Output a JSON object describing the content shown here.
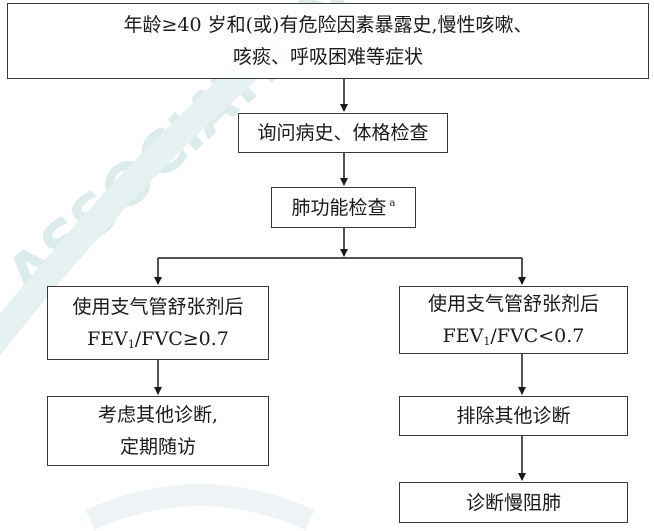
{
  "nodes": {
    "start": {
      "line1": "年龄≥40 岁和(或)有危险因素暴露史,慢性咳嗽、",
      "line2": "咳痰、呼吸困难等症状"
    },
    "history": {
      "text": "询问病史、体格检查"
    },
    "pft": {
      "text": "肺功能检查",
      "note": "a"
    },
    "left_result": {
      "line1": "使用支气管舒张剂后",
      "fev": "FEV",
      "sub": "1",
      "ratio": "/FVC≥0.7"
    },
    "right_result": {
      "line1": "使用支气管舒张剂后",
      "fev": "FEV",
      "sub": "1",
      "ratio": "/FVC<0.7"
    },
    "consider": {
      "line1": "考虑其他诊断,",
      "line2": "定期随访"
    },
    "exclude": {
      "text": "排除其他诊断"
    },
    "diagnose": {
      "text": "诊断慢阻肺"
    }
  },
  "watermark": {
    "text": "ASSOCIATION",
    "color": "#d6e9ea"
  },
  "colors": {
    "border": "#3a3a3a",
    "arrow": "#1a1a1a"
  }
}
